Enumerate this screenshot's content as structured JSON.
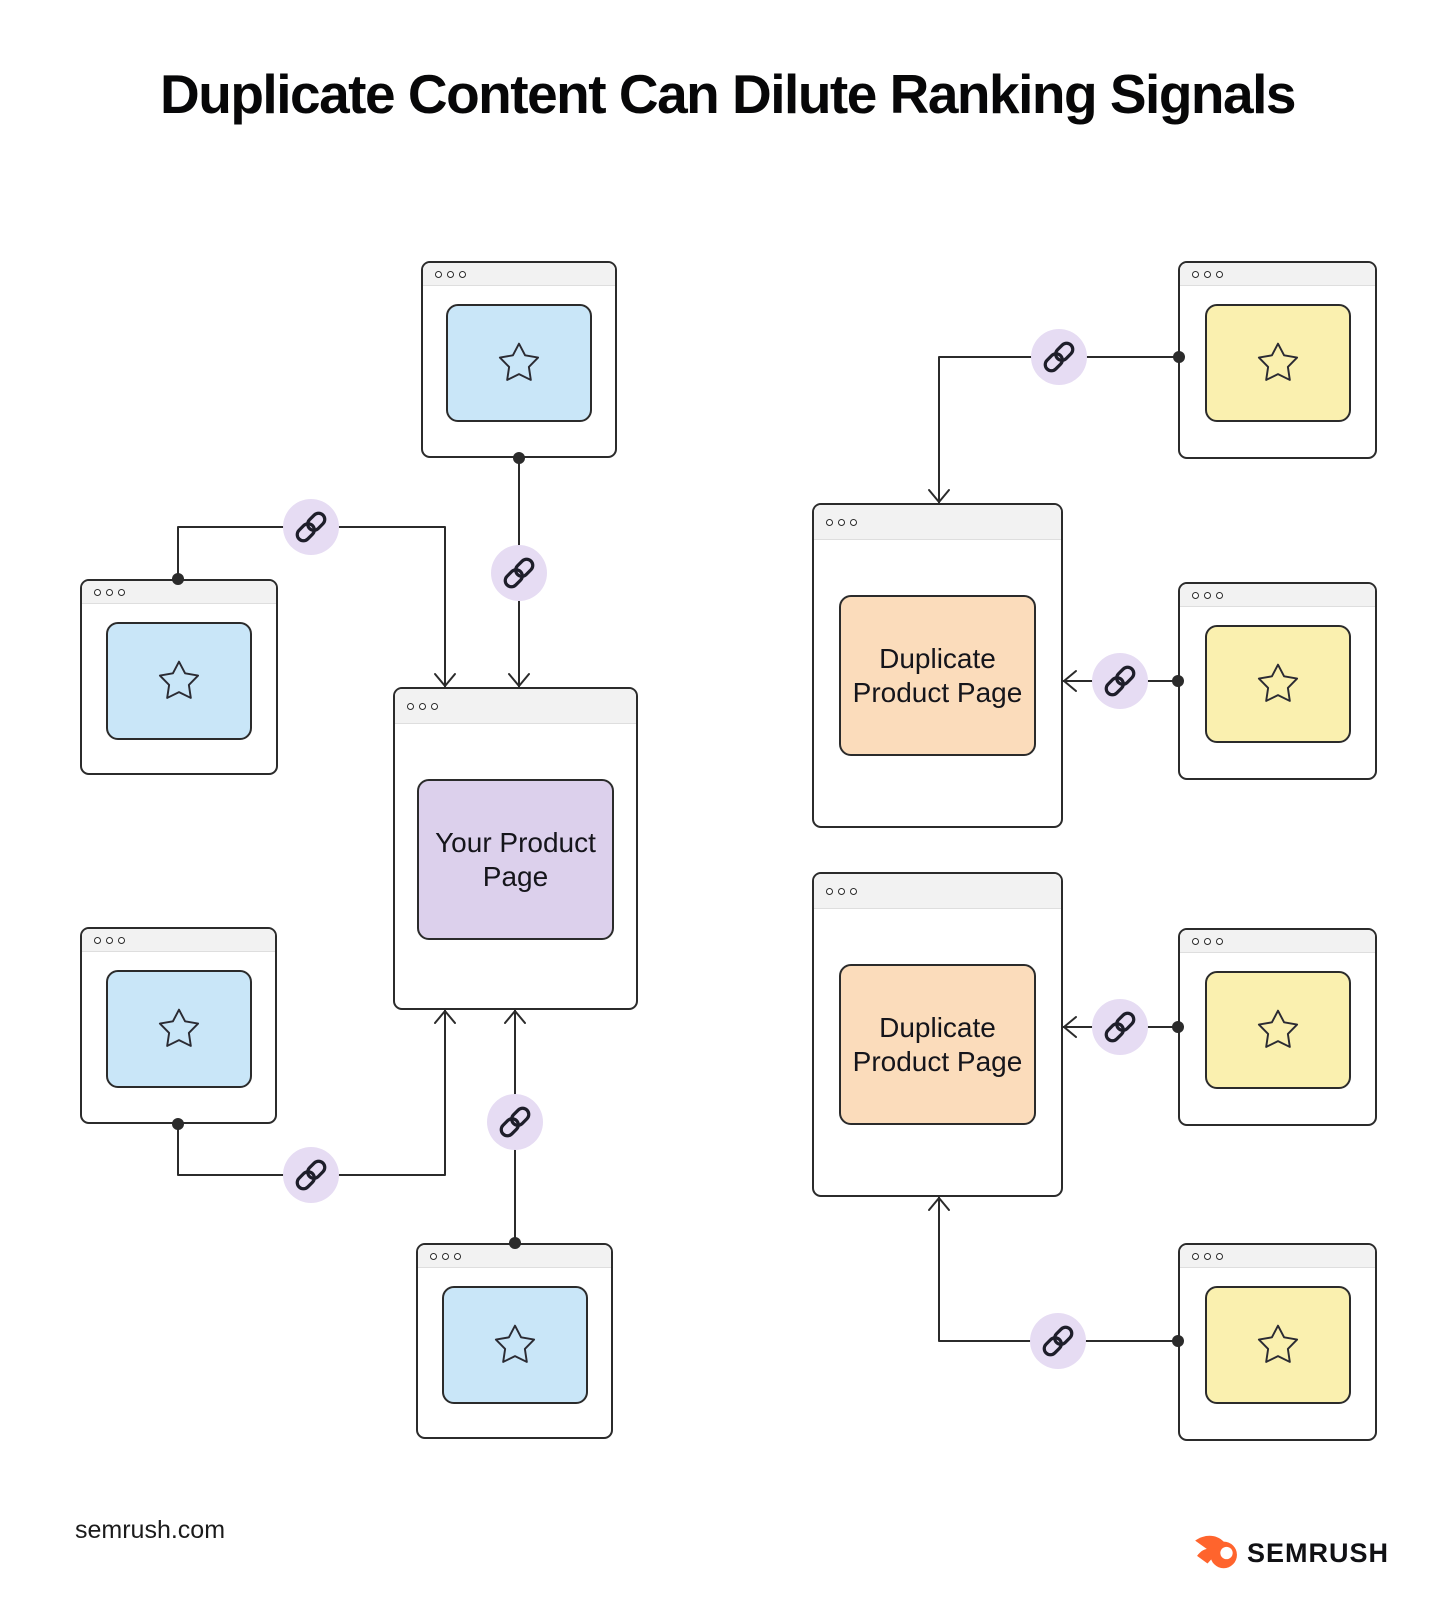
{
  "title": "Duplicate Content Can Dilute Ranking Signals",
  "diagram": {
    "center_page": {
      "label": "Your Product Page"
    },
    "duplicate_pages": [
      {
        "label": "Duplicate Product Page"
      },
      {
        "label": "Duplicate Product Page"
      }
    ]
  },
  "footer": {
    "site": "semrush.com",
    "brand": "SEMRUSH"
  },
  "colors": {
    "blue": "#C9E6F8",
    "yellow": "#FAF0AF",
    "peach": "#FBDCBB",
    "purple": "#DCD0EC",
    "lavender": "#E6DCF3",
    "ink": "#2B2B2B",
    "header_bar": "#F2F2F2",
    "logo_orange": "#FF642D"
  },
  "icons": {
    "link_badge": "chain-link-icon",
    "page_thumbnail": "star-icon",
    "window_controls": "window-dots-icon",
    "brand_mark": "semrush-flame-icon"
  }
}
